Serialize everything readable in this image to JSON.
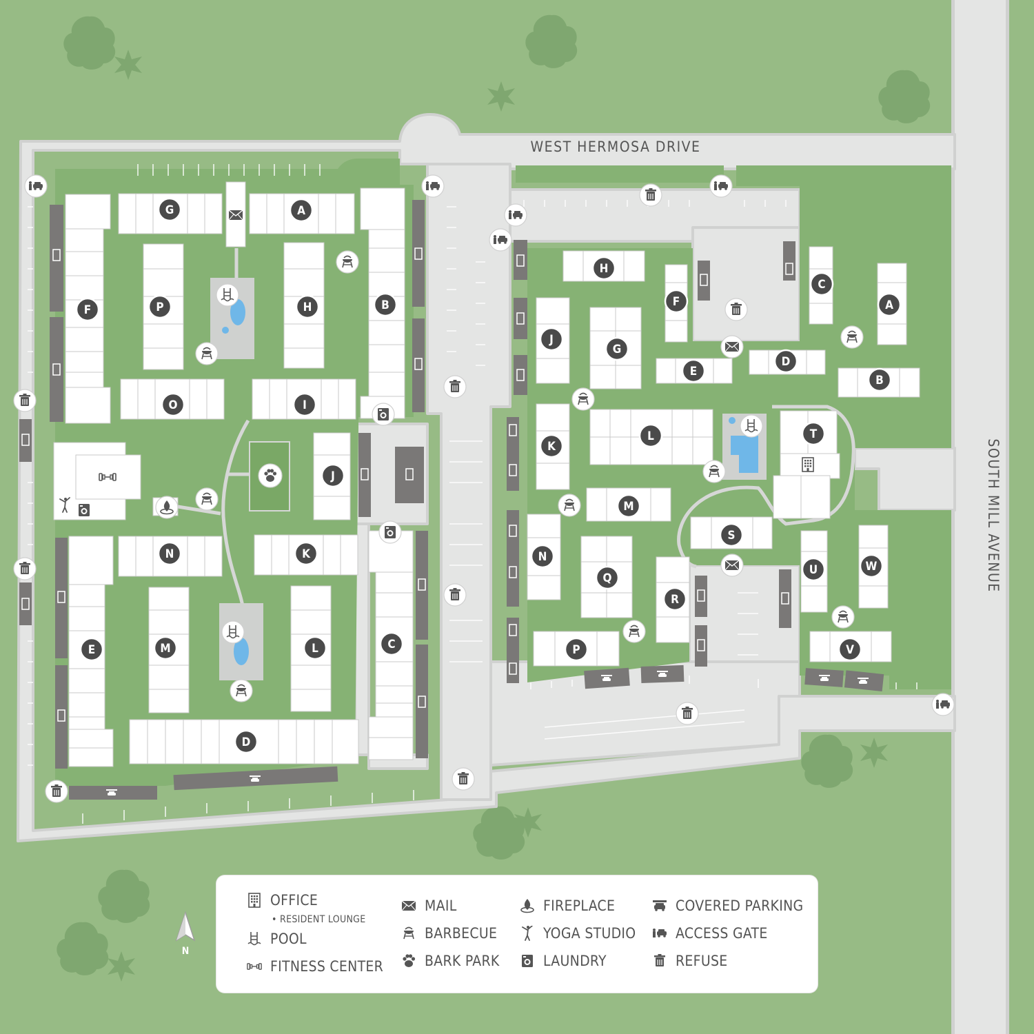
{
  "streets": {
    "north": "WEST HERMOSA DRIVE",
    "east": "SOUTH MILL AVENUE"
  },
  "compass_label": "N",
  "colors": {
    "grass": "#97bb85",
    "lawn": "#86b274",
    "road": "#e4e5e4",
    "road_edge": "#d0d1d0",
    "building": "#ffffff",
    "carport": "#7a7877",
    "badge": "#4a4a4a",
    "pool": "#6fb7e8",
    "tree": "#7fa770"
  },
  "west_buildings": [
    "G",
    "A",
    "F",
    "P",
    "H",
    "B",
    "O",
    "I",
    "J",
    "N",
    "K",
    "E",
    "M",
    "L",
    "C",
    "D"
  ],
  "east_buildings": [
    "H",
    "C",
    "A",
    "F",
    "J",
    "G",
    "E",
    "D",
    "B",
    "T",
    "K",
    "L",
    "M",
    "S",
    "N",
    "Q",
    "R",
    "U",
    "W",
    "P",
    "V"
  ],
  "legend": {
    "items": [
      {
        "icon": "office-icon",
        "label": "OFFICE"
      },
      {
        "icon": "pool-icon",
        "label": "POOL"
      },
      {
        "icon": "fitness-center-icon",
        "label": "FITNESS CENTER"
      },
      {
        "icon": "mail-icon",
        "label": "MAIL"
      },
      {
        "icon": "barbecue-icon",
        "label": "BARBECUE"
      },
      {
        "icon": "bark-park-icon",
        "label": "BARK PARK"
      },
      {
        "icon": "fireplace-icon",
        "label": "FIREPLACE"
      },
      {
        "icon": "yoga-studio-icon",
        "label": "YOGA STUDIO"
      },
      {
        "icon": "laundry-icon",
        "label": "LAUNDRY"
      },
      {
        "icon": "covered-parking-icon",
        "label": "COVERED PARKING"
      },
      {
        "icon": "access-gate-icon",
        "label": "ACCESS GATE"
      },
      {
        "icon": "refuse-icon",
        "label": "REFUSE"
      }
    ],
    "office_sub": "• RESIDENT LOUNGE"
  }
}
